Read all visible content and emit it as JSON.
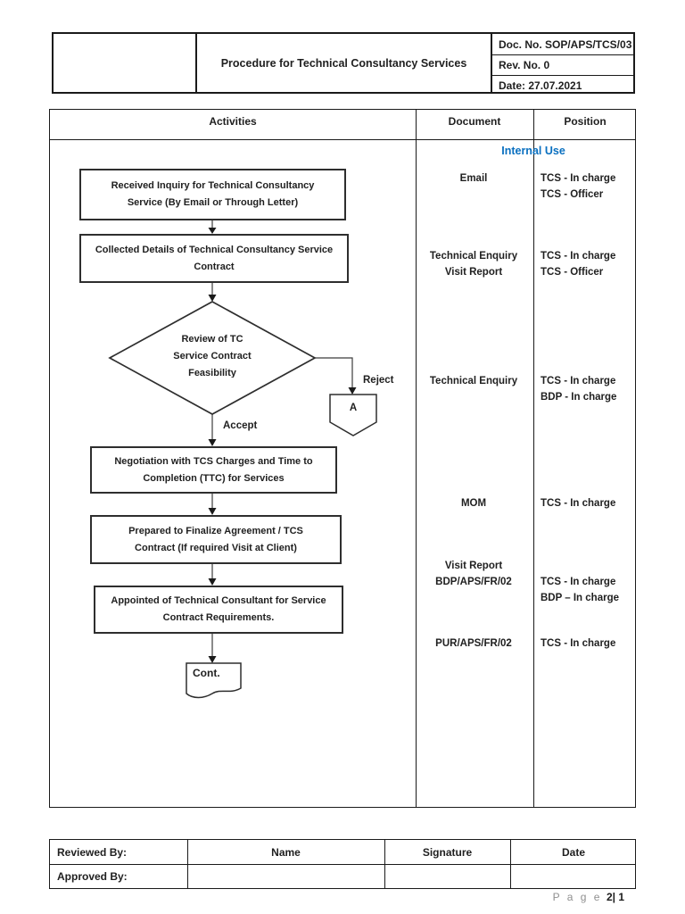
{
  "header": {
    "title": "Procedure for Technical Consultancy Services",
    "doc_no": "Doc. No. SOP/APS/TCS/03",
    "rev_no": "Rev. No. 0",
    "date": "Date: 27.07.2021"
  },
  "main_table": {
    "columns": {
      "activities": "Activities",
      "document": "Document",
      "position": "Position"
    },
    "classification": "Internal Use"
  },
  "flowchart": {
    "steps": [
      {
        "lines": [
          "Received Inquiry for Technical Consultancy",
          "Service (By Email or Through Letter)"
        ]
      },
      {
        "lines": [
          "Collected Details of Technical Consultancy Service",
          "Contract"
        ]
      },
      {
        "lines": [
          "Negotiation with TCS Charges and Time to",
          "Completion (TTC) for Services"
        ]
      },
      {
        "lines": [
          "Prepared to Finalize Agreement / TCS",
          "Contract (If required Visit at Client)"
        ]
      },
      {
        "lines": [
          "Appointed of Technical Consultant for Service",
          "Contract Requirements."
        ]
      }
    ],
    "decision": {
      "lines": [
        "Review of TC",
        "Service Contract",
        "Feasibility"
      ]
    },
    "accept_label": "Accept",
    "reject_label": "Reject",
    "offpage_connector": "A",
    "continue_label": "Cont."
  },
  "annotations": [
    {
      "document": [
        "Email"
      ],
      "position": [
        "TCS - In charge",
        "TCS - Officer"
      ]
    },
    {
      "document": [
        "Technical Enquiry",
        "Visit Report"
      ],
      "position": [
        "TCS - In charge",
        "TCS - Officer"
      ]
    },
    {
      "document": [
        "Technical Enquiry"
      ],
      "position": [
        "TCS - In charge",
        "BDP - In charge"
      ]
    },
    {
      "document": [
        "MOM"
      ],
      "position": [
        "TCS - In charge"
      ]
    },
    {
      "document": [
        "Visit Report",
        "BDP/APS/FR/02"
      ],
      "position": [
        "TCS - In charge",
        "BDP – In charge"
      ]
    },
    {
      "document": [
        "PUR/APS/FR/02"
      ],
      "position": [
        "TCS - In charge"
      ]
    }
  ],
  "signoff_table": {
    "row1": {
      "label": "Reviewed By:",
      "name": "Name",
      "signature": "Signature",
      "date": "Date"
    },
    "row2": {
      "label": "Approved By:"
    }
  },
  "footer": {
    "page_label": "P a g e",
    "page_number": "2| 1"
  },
  "colors": {
    "classification_blue": "#0a70c0",
    "line_black": "#1a1a1a",
    "footer_gray": "#8f8f8f"
  }
}
